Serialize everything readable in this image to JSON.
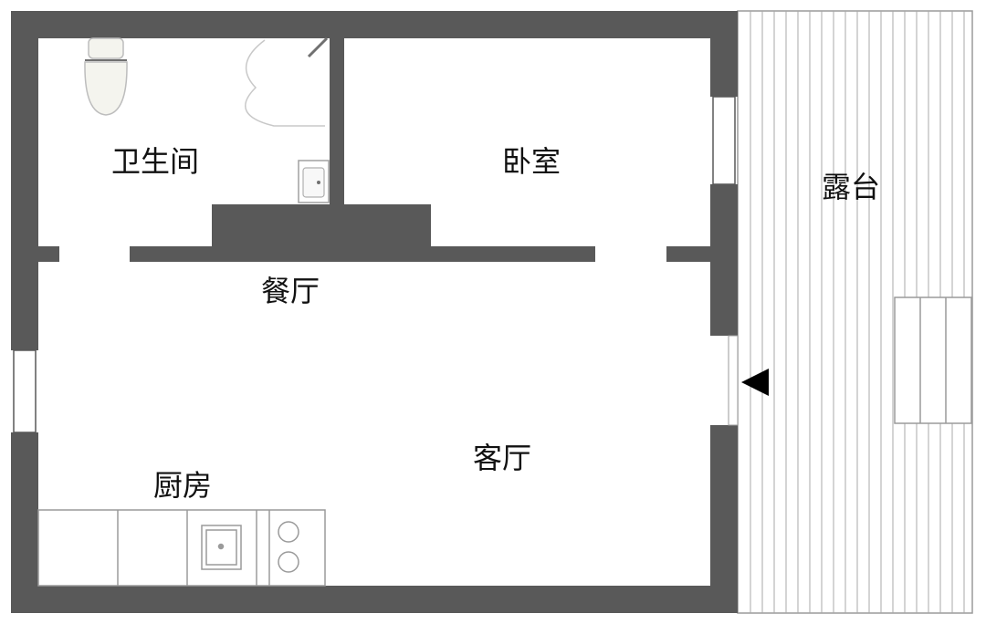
{
  "rooms": {
    "bathroom": "卫生间",
    "bedroom": "卧室",
    "terrace": "露台",
    "dining": "餐厅",
    "living": "客厅",
    "kitchen": "厨房"
  },
  "colors": {
    "wall": "#595959",
    "line": "#9a9a9a",
    "fixture": "#f4f4ee",
    "arrow": "#000000",
    "background": "#ffffff"
  },
  "icons": [
    "toilet-icon",
    "sink-icon",
    "stove-icon",
    "entrance-arrow-icon"
  ]
}
